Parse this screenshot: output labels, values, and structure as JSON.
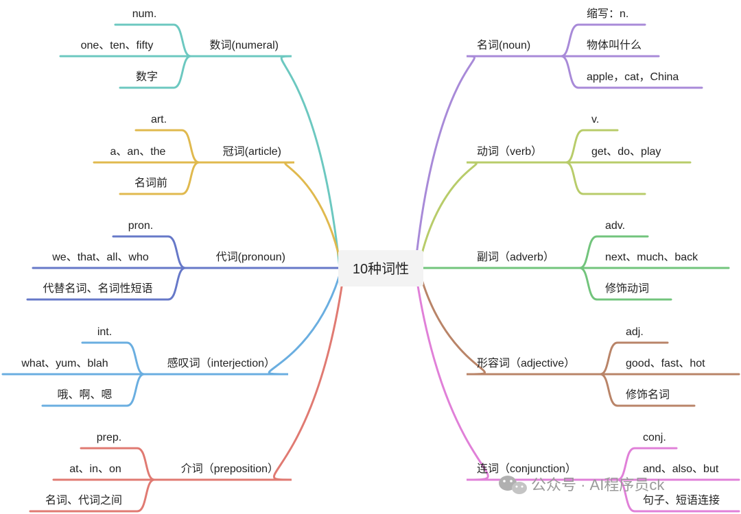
{
  "center": {
    "label": "10种词性"
  },
  "branches": [
    {
      "id": "numeral",
      "side": "left",
      "label": "数词(numeral)",
      "color": "#6cc8c0",
      "leaves": [
        "num.",
        "one、ten、fifty",
        "数字"
      ]
    },
    {
      "id": "article",
      "side": "left",
      "label": "冠词(article)",
      "color": "#e0b94e",
      "leaves": [
        "art.",
        "a、an、the",
        "名词前"
      ]
    },
    {
      "id": "pronoun",
      "side": "left",
      "label": "代词(pronoun)",
      "color": "#6678c8",
      "leaves": [
        "pron.",
        "we、that、all、who",
        "代替名词、名词性短语"
      ]
    },
    {
      "id": "interjection",
      "side": "left",
      "label": "感叹词（interjection）",
      "color": "#6aaee0",
      "leaves": [
        "int.",
        "what、yum、blah",
        "哦、啊、嗯"
      ]
    },
    {
      "id": "preposition",
      "side": "left",
      "label": "介词（preposition）",
      "color": "#e07a72",
      "leaves": [
        "prep.",
        "at、in、on",
        "名词、代词之间"
      ]
    },
    {
      "id": "noun",
      "side": "right",
      "label": "名词(noun)",
      "color": "#a88ad8",
      "leaves": [
        "缩写：n.",
        "物体叫什么",
        "apple，cat，China"
      ]
    },
    {
      "id": "verb",
      "side": "right",
      "label": "动词（verb）",
      "color": "#b8cc6a",
      "leaves": [
        "v.",
        "get、do、play",
        ""
      ]
    },
    {
      "id": "adverb",
      "side": "right",
      "label": "副词（adverb）",
      "color": "#72c47c",
      "leaves": [
        "adv.",
        "next、much、back",
        "修饰动词"
      ]
    },
    {
      "id": "adjective",
      "side": "right",
      "label": "形容词（adjective）",
      "color": "#b98468",
      "leaves": [
        "adj.",
        "good、fast、hot",
        "修饰名词"
      ]
    },
    {
      "id": "conjunction",
      "side": "right",
      "label": "连词（conjunction）",
      "color": "#e080d8",
      "leaves": [
        "conj.",
        "and、also、but",
        "句子、短语连接"
      ]
    }
  ],
  "watermark": {
    "text": "公众号 · AI程序员ck",
    "icon": "wechat-icon"
  }
}
